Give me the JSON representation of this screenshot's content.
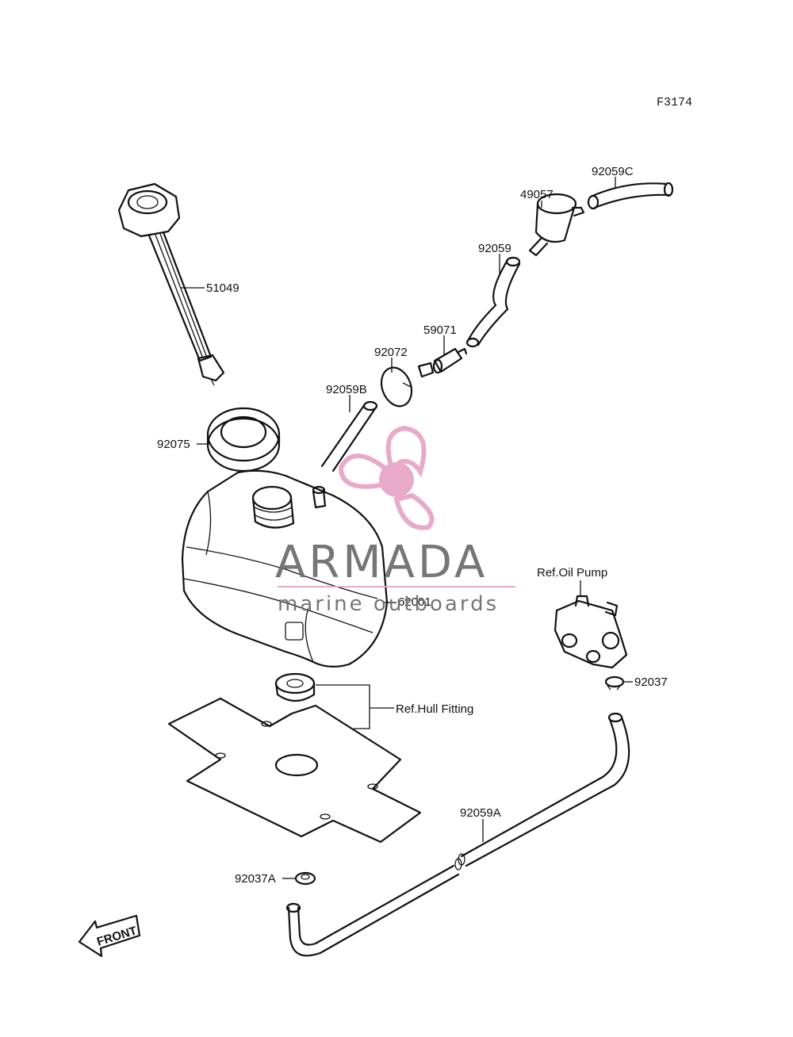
{
  "figure_code": "F3174",
  "callouts": {
    "c_92059C": "92059C",
    "c_49057": "49057",
    "c_92059": "92059",
    "c_51049": "51049",
    "c_59071": "59071",
    "c_92072": "92072",
    "c_92059B": "92059B",
    "c_92075": "92075",
    "c_62001": "62001",
    "c_ref_oil_pump": "Ref.Oil Pump",
    "c_92037": "92037",
    "c_ref_hull_fitting": "Ref.Hull Fitting",
    "c_92059A": "92059A",
    "c_92037A": "92037A"
  },
  "front_arrow": "FRONT",
  "watermark": {
    "brand": "ARMADA",
    "tagline": "marine outboards",
    "logo": "propeller-logo",
    "color": "#e8a6c8"
  }
}
